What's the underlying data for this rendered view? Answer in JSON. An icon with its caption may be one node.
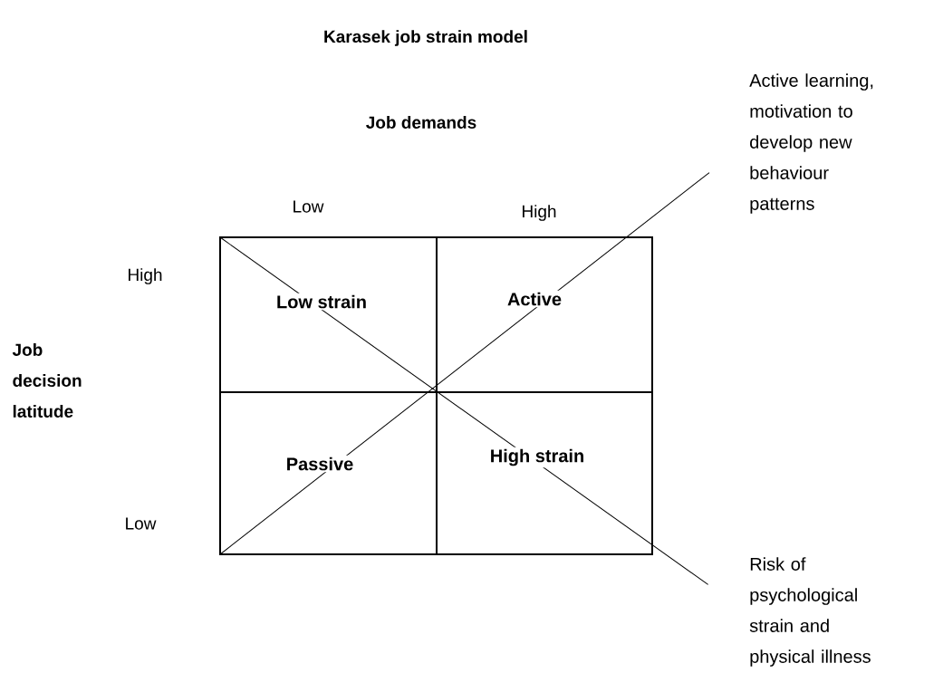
{
  "diagram": {
    "title": "Karasek job strain model",
    "nodes": [
      {
        "text": [
          "Low strain"
        ]
      },
      {
        "text": [
          "Active"
        ]
      },
      {
        "text": [
          "Passive"
        ]
      },
      {
        "text": [
          "High strain"
        ]
      },
      {
        "text": [
          "Active learning, motivation to develop new behaviour patterns"
        ]
      },
      {
        "text": [
          "Risk of psychological strain and physical illness"
        ]
      }
    ],
    "edges": [
      {
        "from": 4,
        "to": null,
        "arrow": "none"
      },
      {
        "from": 5,
        "to": null,
        "arrow": "none"
      }
    ],
    "labels": [
      "Job demands",
      "Low",
      "High",
      "High",
      "Job decision latitude",
      "Low"
    ]
  }
}
